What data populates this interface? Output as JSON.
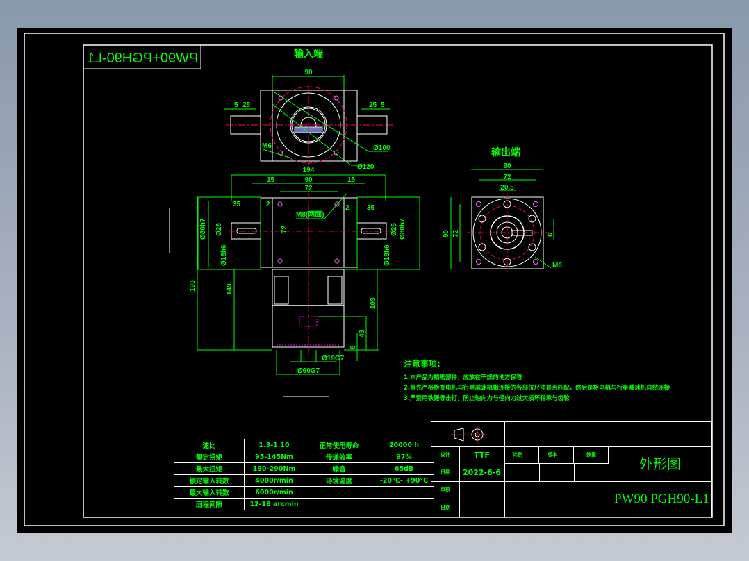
{
  "drawing": {
    "mirrored_title": "PW90+PGH90-L1",
    "views": {
      "input_end": {
        "title": "输入端",
        "dims": {
          "width": "90",
          "shaft_left_a": "5",
          "shaft_left_b": "25",
          "shaft_right_a": "25",
          "shaft_right_b": "5",
          "hole_label": "M6",
          "pcd_inner": "Ø100",
          "pcd_outer": "Ø120",
          "overall": "194"
        }
      },
      "front": {
        "dims": {
          "d15_left": "15",
          "d90": "90",
          "d15_right": "15",
          "d72": "72",
          "d35_left": "35",
          "d2_left": "2",
          "d35_right": "35",
          "d2_right": "2",
          "holes": "M8(两面)",
          "vert72": "72",
          "bore_left": "Ø25",
          "bore_right": "Ø25",
          "flange_left": "Ø80h7",
          "flange_right": "Ø80h7",
          "shaft_left": "Ø18h6",
          "shaft_right": "Ø18h6",
          "h193": "193",
          "h149": "149",
          "h103": "103",
          "h43": "43",
          "h6": "6",
          "d19": "Ø19G7",
          "d60": "Ø60G7"
        }
      },
      "output_end": {
        "title": "输出端",
        "dims": {
          "w90": "90",
          "w72": "72",
          "w20": "20.5",
          "h90": "90",
          "h72": "72",
          "key6": "6",
          "hole_label": "M6"
        }
      }
    }
  },
  "notes": {
    "title": "注意事项:",
    "items": [
      "1.本产品为精密部件，应放在干燥的地方保管",
      "2.首先严格检查电机与行星减速机相连接的各部位尺寸是否匹配，然后是将电机与行星减速机自然连接",
      "3.严禁用铁锤等击打，防止轴向力与径向力过大损坏轴承与齿轮"
    ]
  },
  "spec_table": {
    "rows": [
      [
        "速比",
        "1.3-1.10",
        "正常使用寿命",
        "20000 h"
      ],
      [
        "额定扭矩",
        "95-145Nm",
        "传递效率",
        "97%"
      ],
      [
        "最大扭矩",
        "190-290Nm",
        "噪音",
        "65dB"
      ],
      [
        "额定输入转数",
        "4000r/min",
        "环境温度",
        "-20°C- +90°C"
      ],
      [
        "最大输入转数",
        "6000r/min",
        "",
        ""
      ],
      [
        "回程间隙",
        "12-18 arcmin",
        "",
        ""
      ]
    ]
  },
  "title_block": {
    "design_label": "设计",
    "designer": "TTF",
    "date_label": "日期",
    "date": "2022-6-6",
    "scale_label": "比例",
    "version_label": "版本",
    "qty_label": "数量",
    "review_label": "审核",
    "date2_label": "日期",
    "drawing_name": "外形图",
    "part_number": "PW90 PGH90-L1"
  },
  "colors": {
    "background": "#000000",
    "text": "#00ff00",
    "line": "#ffffff",
    "center": "#ff0066",
    "hidden": "#ff00ff"
  }
}
